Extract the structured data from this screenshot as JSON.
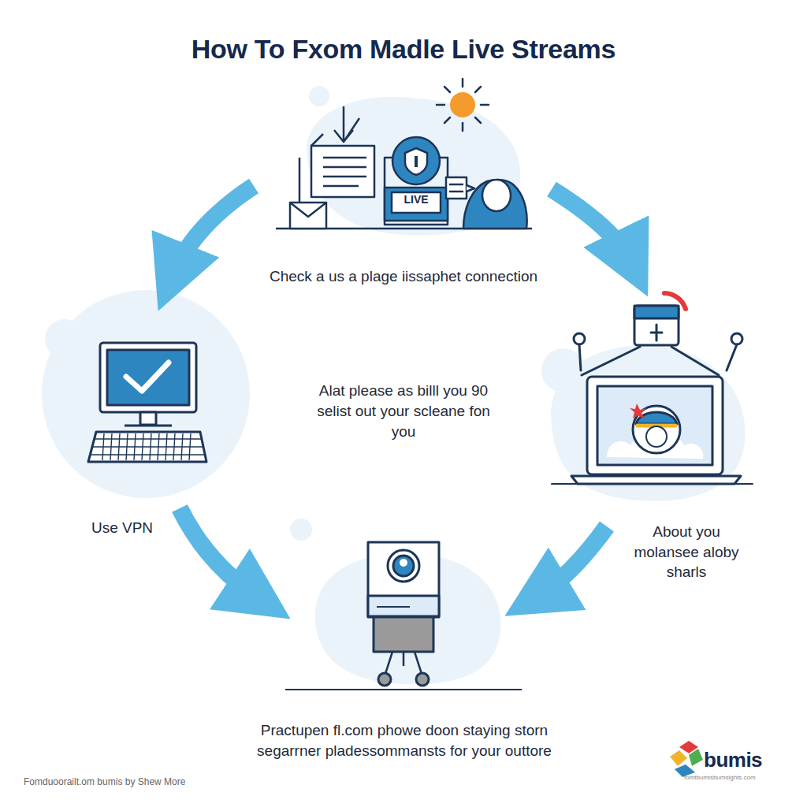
{
  "diagram": {
    "title": "How To Fxom Madle Live Streams",
    "labels": [
      "LIVE",
      "Check a us a plage iissaphet connection",
      "Alat please as billl you 90 selist out your scleane fon you",
      "Use VPN",
      "About you molansee aloby sharls",
      "Practupen fl.com phowe doon staying storn segarrner pladessommansts for your outtore",
      "Fomduoorailt.om bumis by Shew More",
      "bumis",
      "fomtbumisbumsights.com"
    ]
  }
}
